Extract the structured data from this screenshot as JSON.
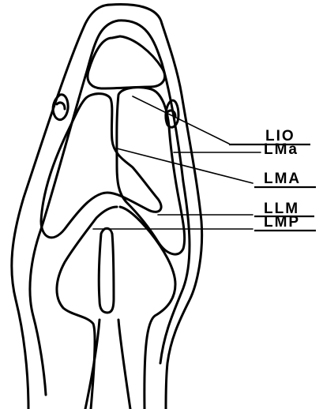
{
  "labels": {
    "lio": "LIO",
    "lma_lower": "LMa",
    "lma_upper": "LMA",
    "llm": "LLM",
    "lmp": "LMP"
  }
}
